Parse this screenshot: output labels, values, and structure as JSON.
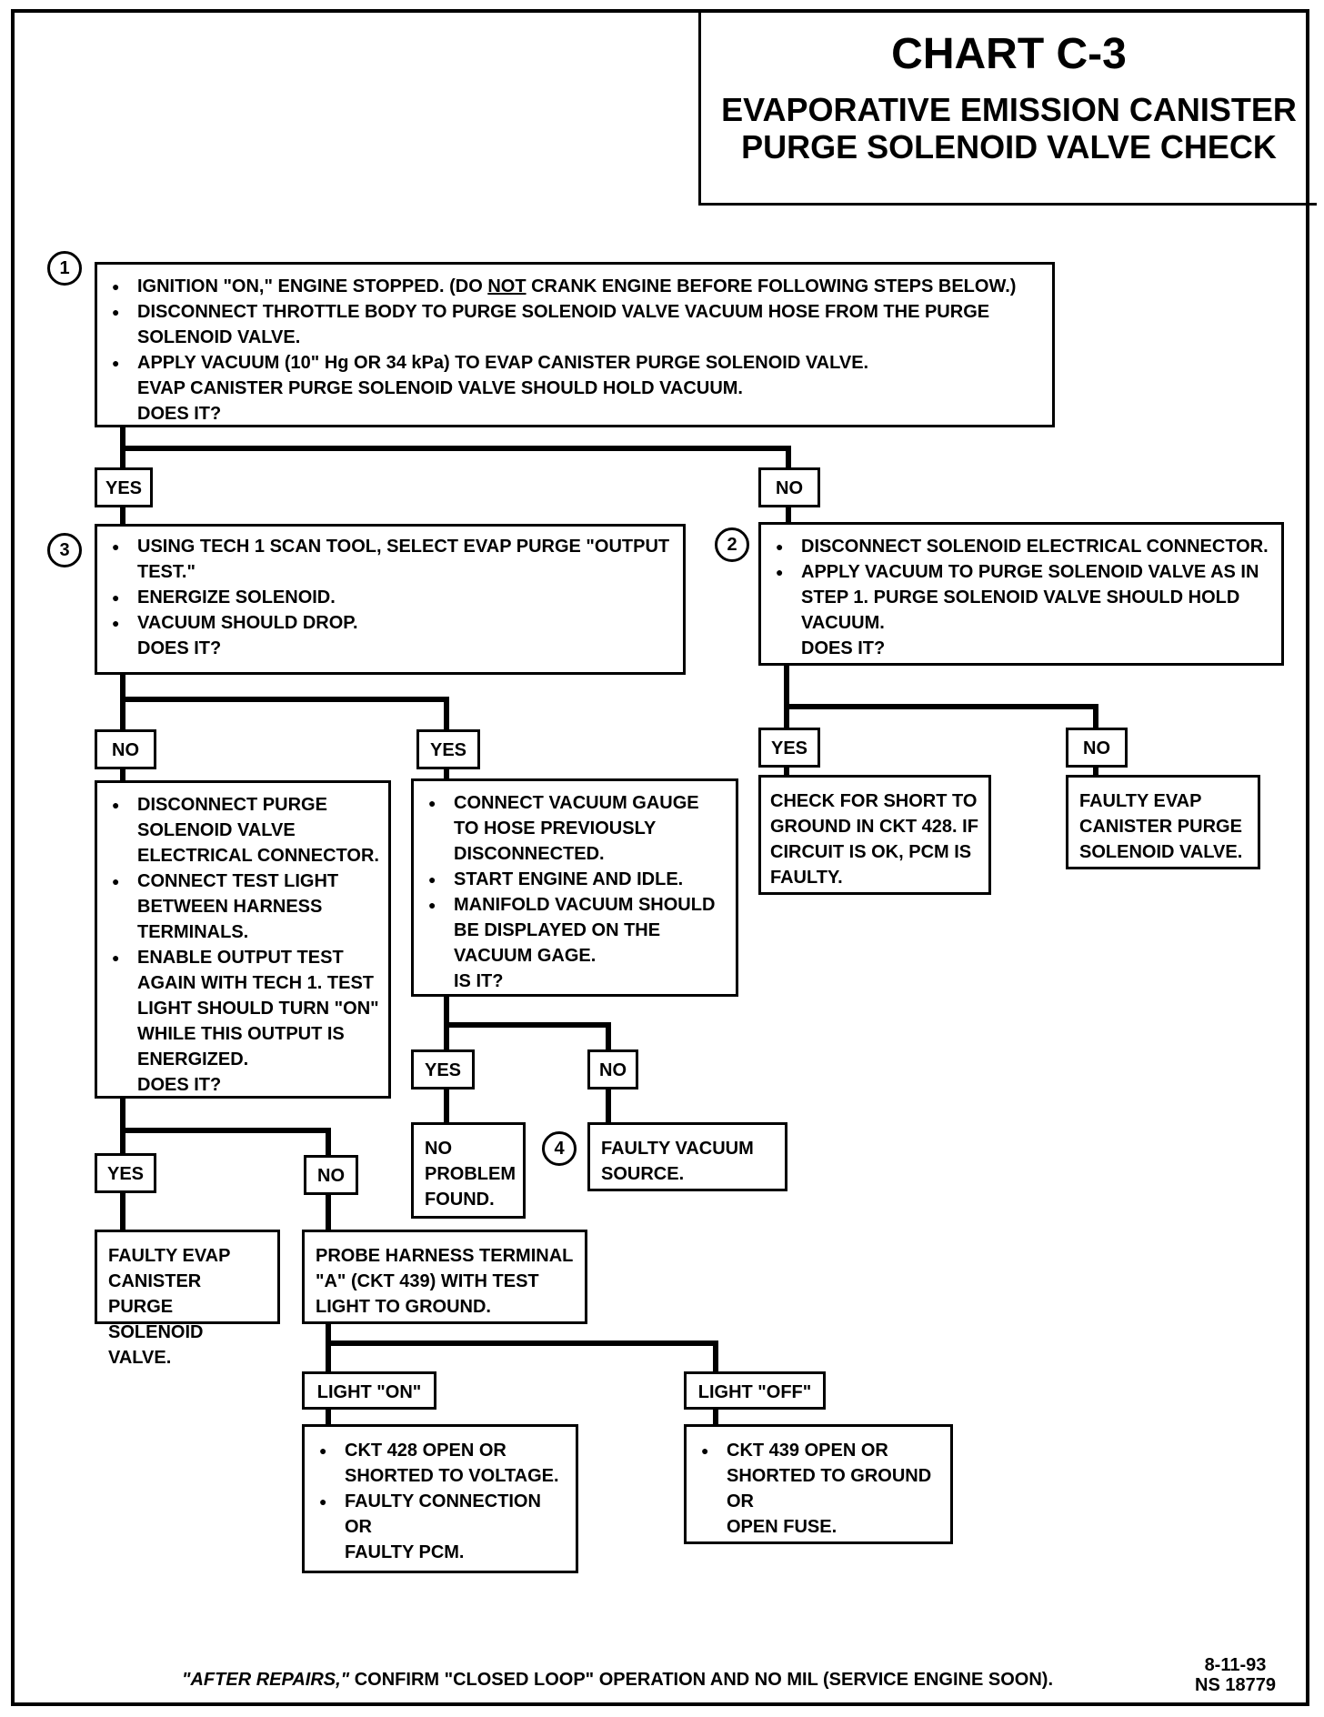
{
  "title": {
    "chart": "CHART C-3",
    "line1": "EVAPORATIVE EMISSION CANISTER",
    "line2": "PURGE SOLENOID VALVE CHECK"
  },
  "steps": {
    "s1": "1",
    "s2": "2",
    "s3": "3",
    "s4": "4"
  },
  "box1": {
    "b1a": "IGNITION \"ON,\" ENGINE STOPPED. (DO ",
    "b1not": "NOT",
    "b1b": " CRANK ENGINE BEFORE FOLLOWING STEPS BELOW.)",
    "b2": "DISCONNECT THROTTLE BODY TO PURGE SOLENOID VALVE VACUUM HOSE FROM THE PURGE SOLENOID VALVE.",
    "b3": "APPLY VACUUM (10\" Hg OR 34 kPa) TO EVAP CANISTER PURGE SOLENOID VALVE.",
    "t1": "EVAP CANISTER PURGE SOLENOID VALVE SHOULD HOLD VACUUM.",
    "t2": "DOES IT?"
  },
  "box3": {
    "b1": "USING TECH 1 SCAN TOOL, SELECT EVAP PURGE \"OUTPUT TEST.\"",
    "b2": "ENERGIZE SOLENOID.",
    "b3": "VACUUM SHOULD DROP.",
    "q": "DOES IT?"
  },
  "box2": {
    "b1": "DISCONNECT SOLENOID ELECTRICAL CONNECTOR.",
    "b2": "APPLY VACUUM TO PURGE SOLENOID VALVE AS IN STEP 1.  PURGE SOLENOID VALVE SHOULD HOLD VACUUM.",
    "q": "DOES IT?"
  },
  "box_light": {
    "b1": "DISCONNECT PURGE SOLENOID VALVE ELECTRICAL CONNECTOR.",
    "b2": "CONNECT TEST LIGHT BETWEEN HARNESS TERMINALS.",
    "b3": "ENABLE OUTPUT TEST AGAIN WITH TECH 1. TEST LIGHT SHOULD TURN \"ON\" WHILE THIS OUTPUT IS ENERGIZED.",
    "q": "DOES IT?"
  },
  "box_gauge": {
    "b1": "CONNECT VACUUM GAUGE TO HOSE PREVIOUSLY DISCONNECTED.",
    "b2": "START ENGINE AND IDLE.",
    "b3": "MANIFOLD VACUUM SHOULD BE DISPLAYED ON THE VACUUM GAGE.",
    "q": "IS IT?"
  },
  "box_short": "CHECK FOR SHORT TO GROUND IN CKT 428. IF CIRCUIT IS OK, PCM IS FAULTY.",
  "box_faulty_right": "FAULTY EVAP CANISTER PURGE SOLENOID VALVE.",
  "box_noprob": "NO PROBLEM FOUND.",
  "box_vacsrc": "FAULTY VACUUM SOURCE.",
  "box_faulty_left": "FAULTY EVAP CANISTER PURGE SOLENOID VALVE.",
  "box_probe": "PROBE HARNESS TERMINAL \"A\" (CKT 439) WITH TEST LIGHT TO GROUND.",
  "box_on": {
    "b1": "CKT 428 OPEN OR SHORTED TO VOLTAGE.",
    "b2": "FAULTY CONNECTION",
    "or": "OR",
    "pcm": "FAULTY PCM."
  },
  "box_off": {
    "b1": "CKT 439 OPEN OR SHORTED TO GROUND",
    "or": "OR",
    "fuse": "OPEN FUSE."
  },
  "labels": {
    "yes": "YES",
    "no": "NO",
    "light_on": "LIGHT \"ON\"",
    "light_off": "LIGHT \"OFF\""
  },
  "footer": {
    "after": "\"AFTER REPAIRS,\"",
    "rest": " CONFIRM \"CLOSED LOOP\" OPERATION AND NO MIL (SERVICE ENGINE SOON)."
  },
  "doc": {
    "date": "8-11-93",
    "id": "NS 18779"
  }
}
